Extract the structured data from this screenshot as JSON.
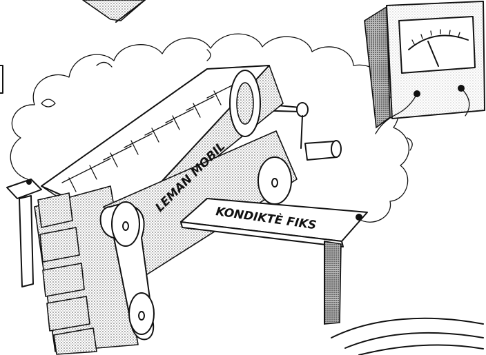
{
  "labels": {
    "magnet": "LEMAN MOBIL",
    "conductor": "KONDIKTÈ FIKS"
  },
  "colors": {
    "ink": "#111111",
    "paper": "#ffffff",
    "screen_tone": "#9a9a9a"
  },
  "icons": [
    "thought-cloud",
    "galvanometer-meter",
    "crank-handle",
    "conveyor-track",
    "table-leg"
  ]
}
